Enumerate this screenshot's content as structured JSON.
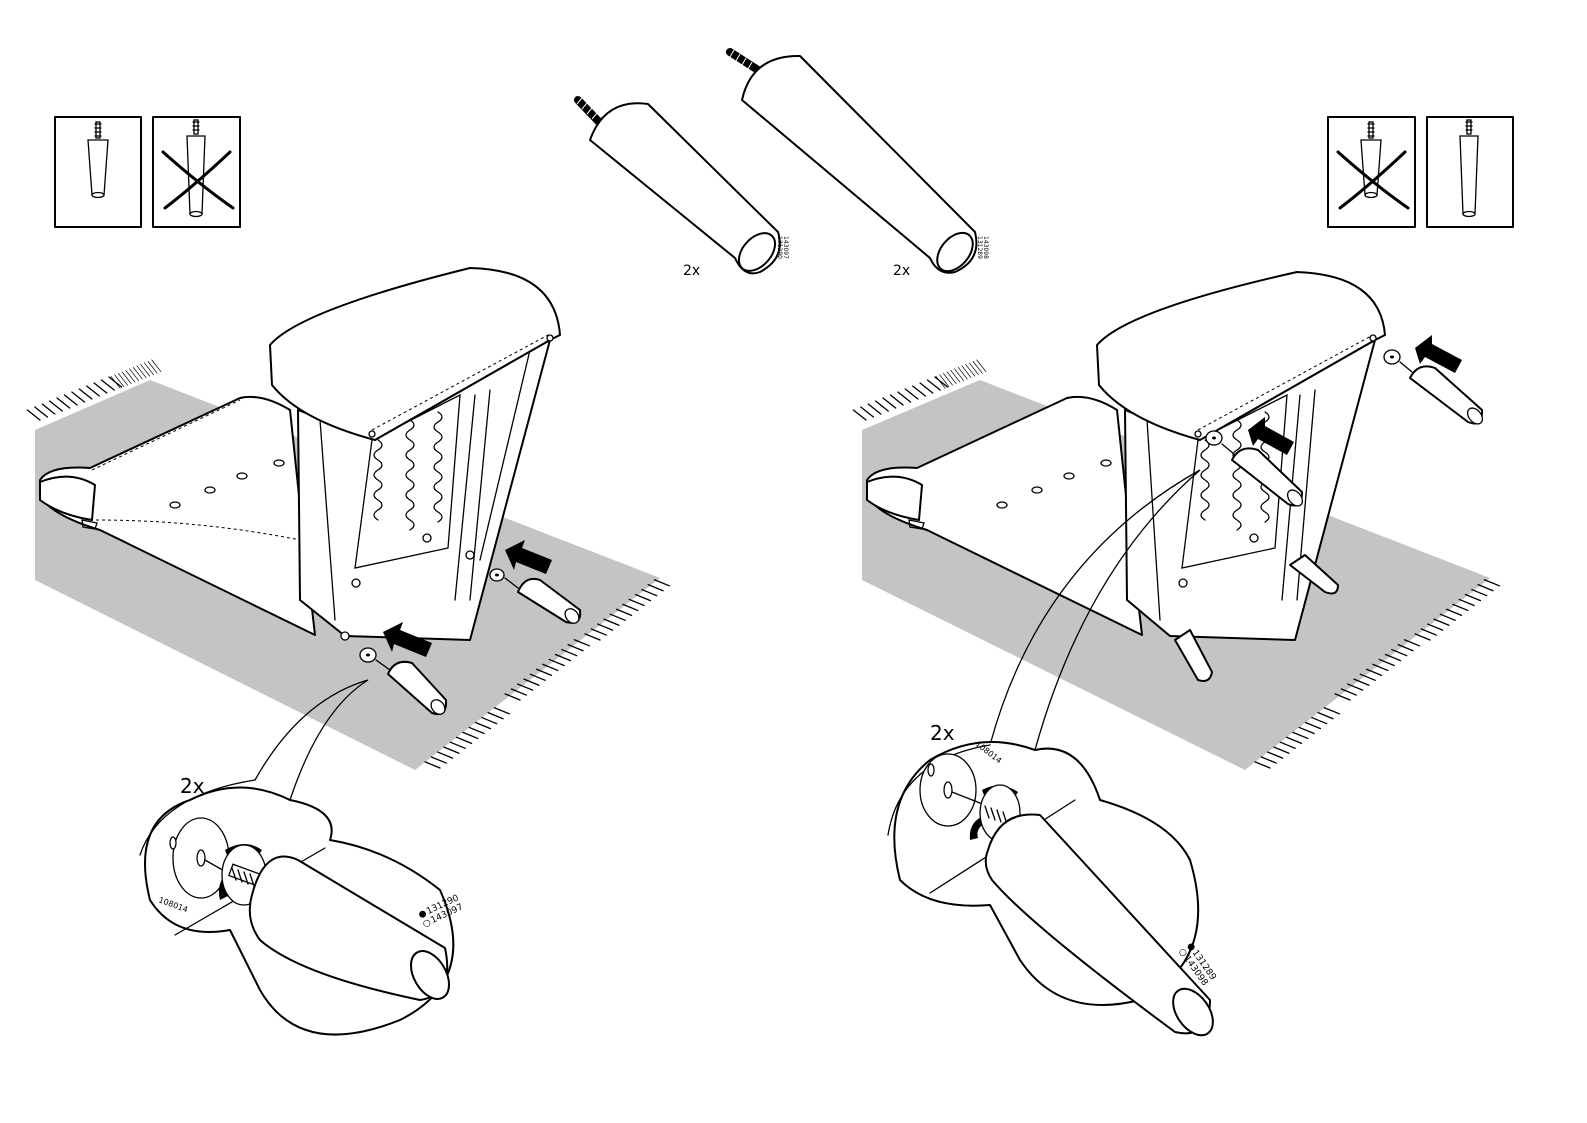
{
  "panels": {
    "top_parts": {
      "short_leg": {
        "quantity_label": "2x",
        "part_number_filled": "131290",
        "part_number_outline": "143097"
      },
      "long_leg": {
        "quantity_label": "2x",
        "part_number_filled": "131289",
        "part_number_outline": "143098"
      }
    },
    "left_step": {
      "detail_quantity_label": "2x",
      "washer_part_number": "108014",
      "leg_part_filled": "131290",
      "leg_part_outline": "143097"
    },
    "right_step": {
      "detail_quantity_label": "2x",
      "washer_part_number": "108014",
      "leg_part_filled": "131289",
      "leg_part_outline": "143098"
    }
  },
  "legend_marks": {
    "filled": "●",
    "outline": "○"
  },
  "icons": [
    "short-leg-correct-icon",
    "long-leg-incorrect-icon",
    "short-leg-incorrect-icon",
    "long-leg-correct-icon",
    "push-arrow-icon",
    "rotate-arrow-icon",
    "washer-icon",
    "cross-out-icon"
  ],
  "colors": {
    "line": "#000000",
    "rug": "#c4c4c4",
    "background": "#ffffff"
  }
}
